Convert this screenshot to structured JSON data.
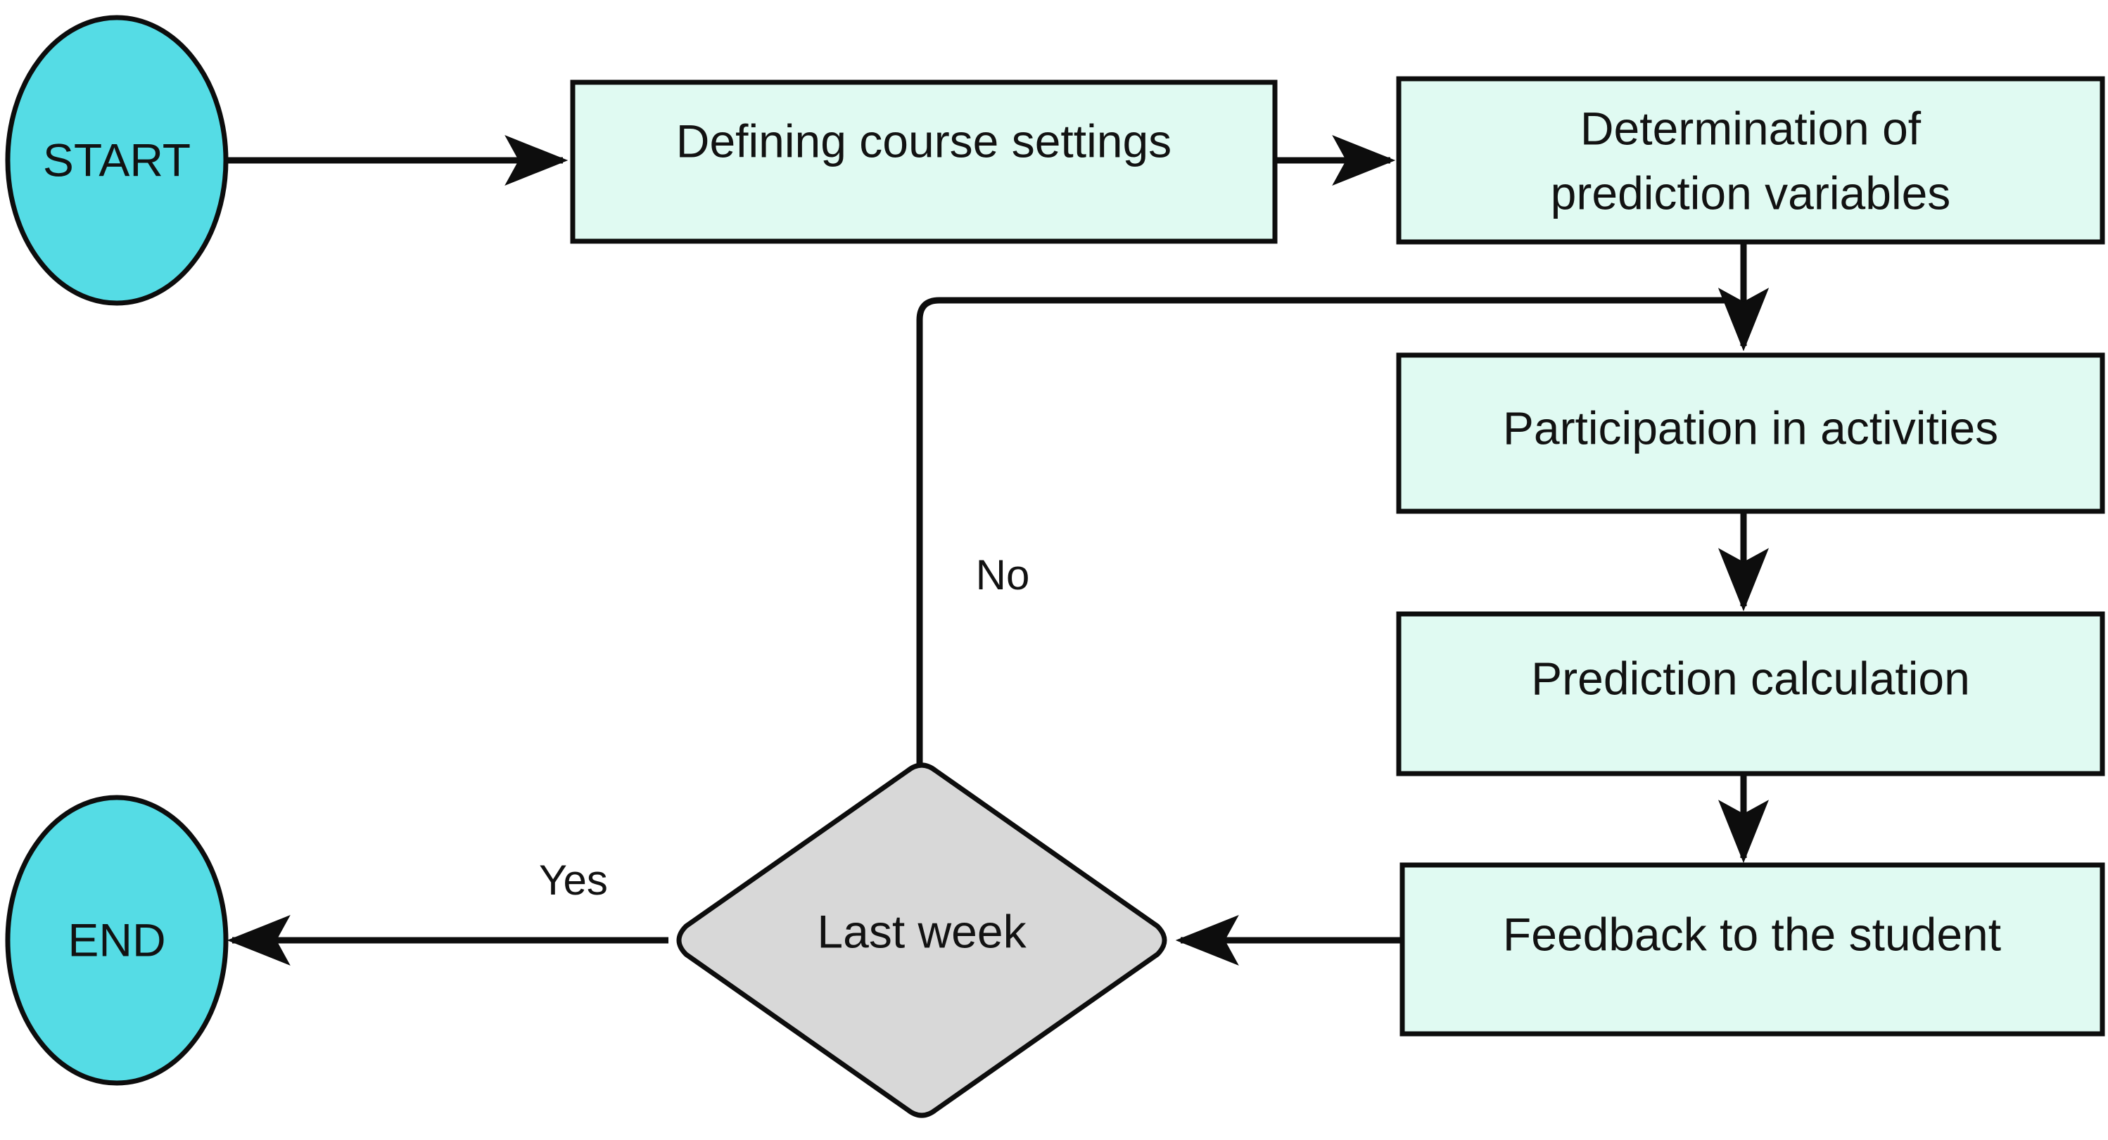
{
  "diagram": {
    "title": "Course prediction feedback loop flowchart",
    "colors": {
      "terminator_fill": "#55DCE5",
      "process_fill": "#E0FAF2",
      "decision_fill": "#D8D8D8",
      "stroke": "#0D0D0D",
      "text": "#121212",
      "background": "#FFFFFF"
    },
    "nodes": [
      {
        "id": "start",
        "type": "terminator",
        "label": "START"
      },
      {
        "id": "settings",
        "type": "process",
        "label": "Defining course settings"
      },
      {
        "id": "variables",
        "type": "process",
        "label_line1": "Determination of",
        "label_line2": "prediction variables"
      },
      {
        "id": "participation",
        "type": "process",
        "label": "Participation in activities"
      },
      {
        "id": "prediction",
        "type": "process",
        "label": "Prediction calculation"
      },
      {
        "id": "feedback",
        "type": "process",
        "label": "Feedback to the student"
      },
      {
        "id": "decision",
        "type": "decision",
        "label": "Last week"
      },
      {
        "id": "end",
        "type": "terminator",
        "label": "END"
      }
    ],
    "edges": [
      {
        "from": "start",
        "to": "settings",
        "label": ""
      },
      {
        "from": "settings",
        "to": "variables",
        "label": ""
      },
      {
        "from": "variables",
        "to": "participation",
        "label": ""
      },
      {
        "from": "participation",
        "to": "prediction",
        "label": ""
      },
      {
        "from": "prediction",
        "to": "feedback",
        "label": ""
      },
      {
        "from": "feedback",
        "to": "decision",
        "label": ""
      },
      {
        "from": "decision",
        "to": "end",
        "label": "Yes"
      },
      {
        "from": "decision",
        "to": "participation",
        "label": "No"
      }
    ]
  }
}
